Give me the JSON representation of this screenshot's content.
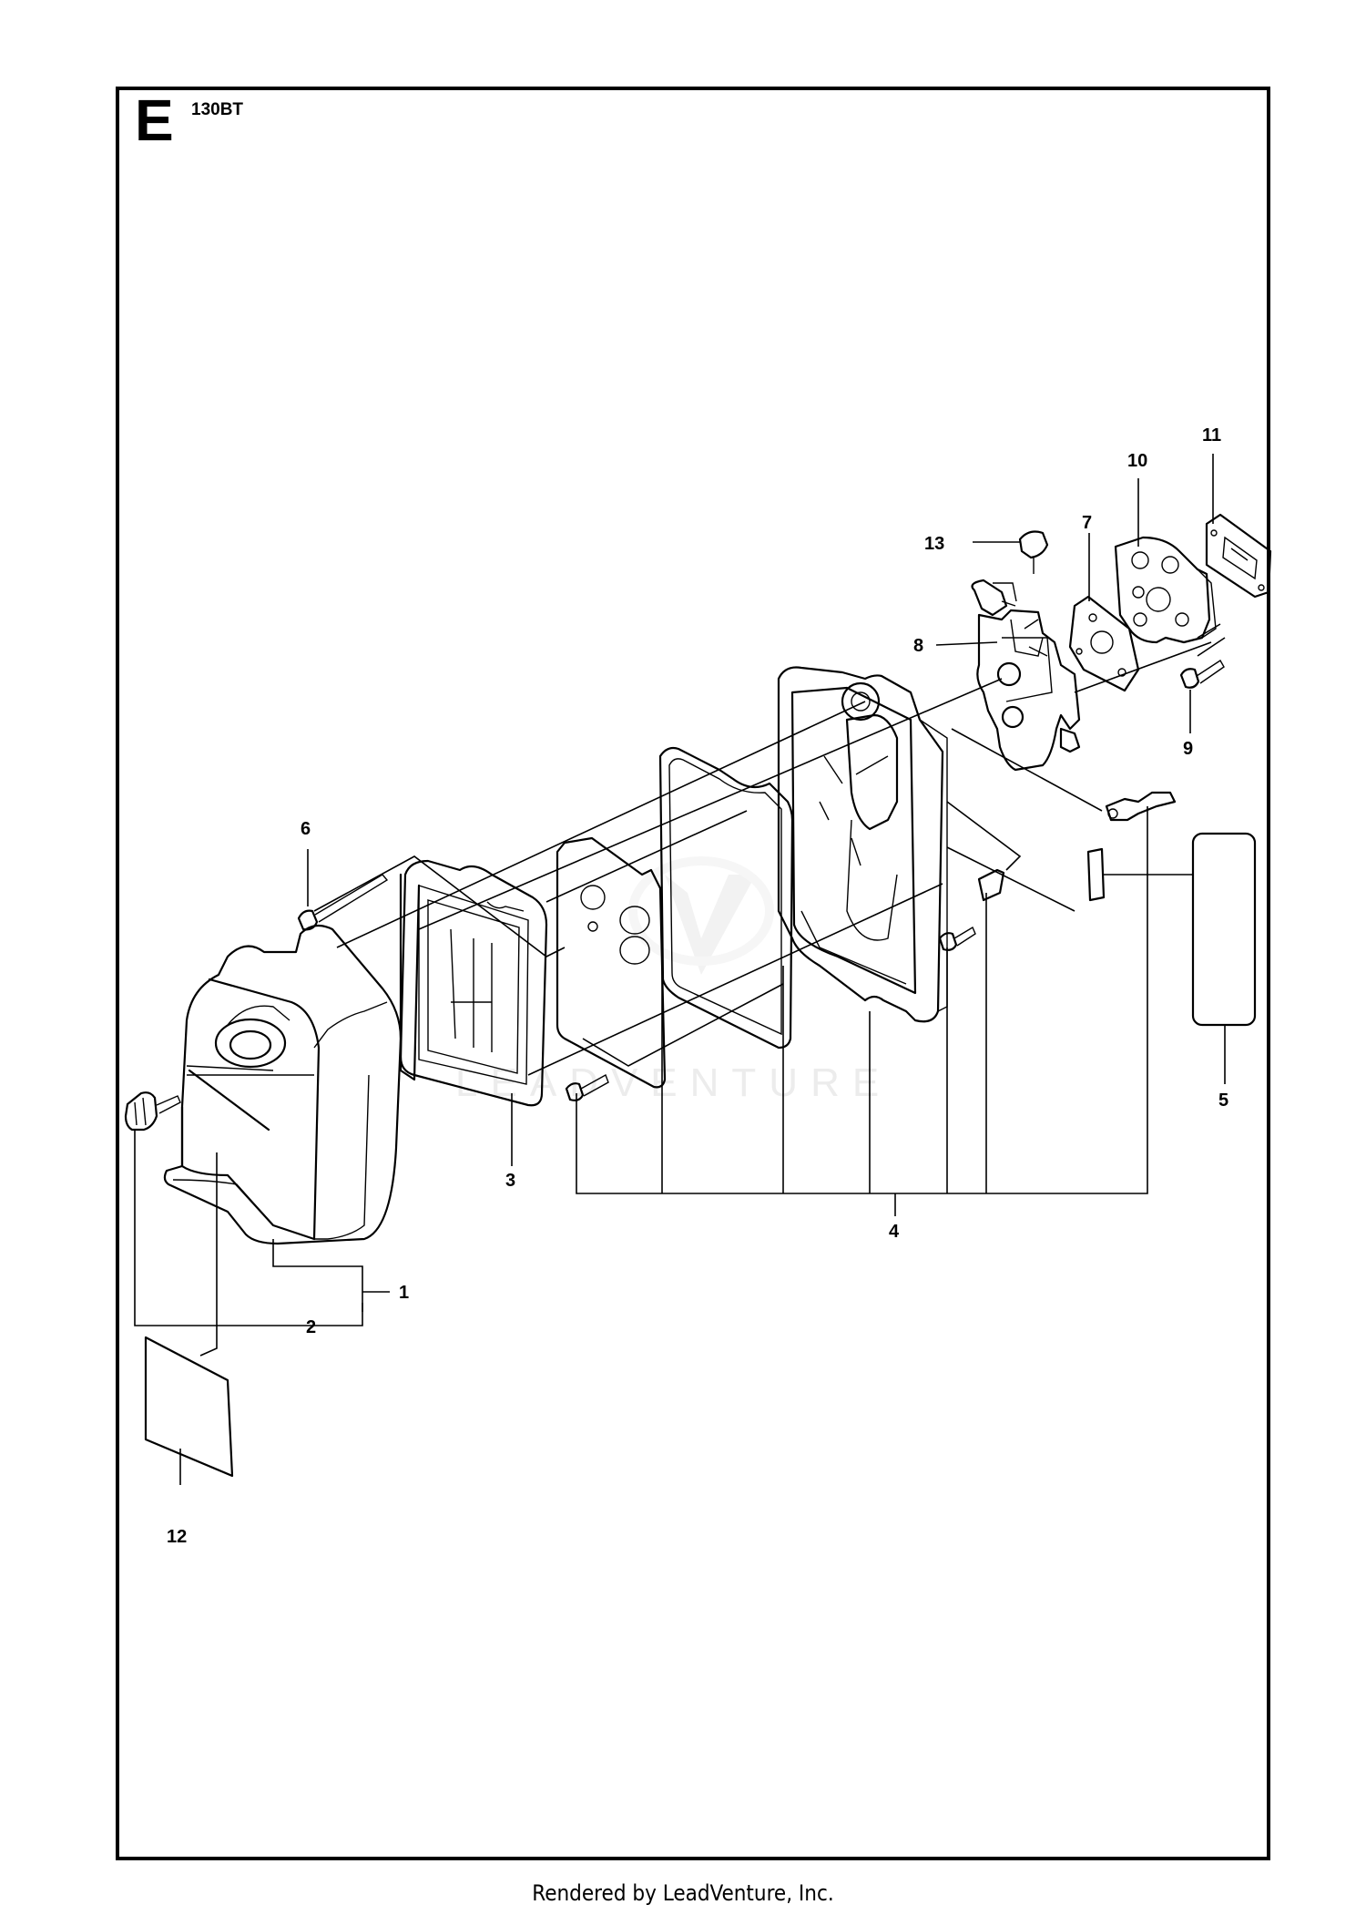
{
  "header": {
    "section_letter": "E",
    "model": "130BT"
  },
  "watermark": "LEADVENTURE",
  "footer": "Rendered by LeadVenture, Inc.",
  "callouts": [
    "1",
    "2",
    "3",
    "4",
    "5",
    "6",
    "7",
    "8",
    "9",
    "10",
    "11",
    "12",
    "13"
  ]
}
